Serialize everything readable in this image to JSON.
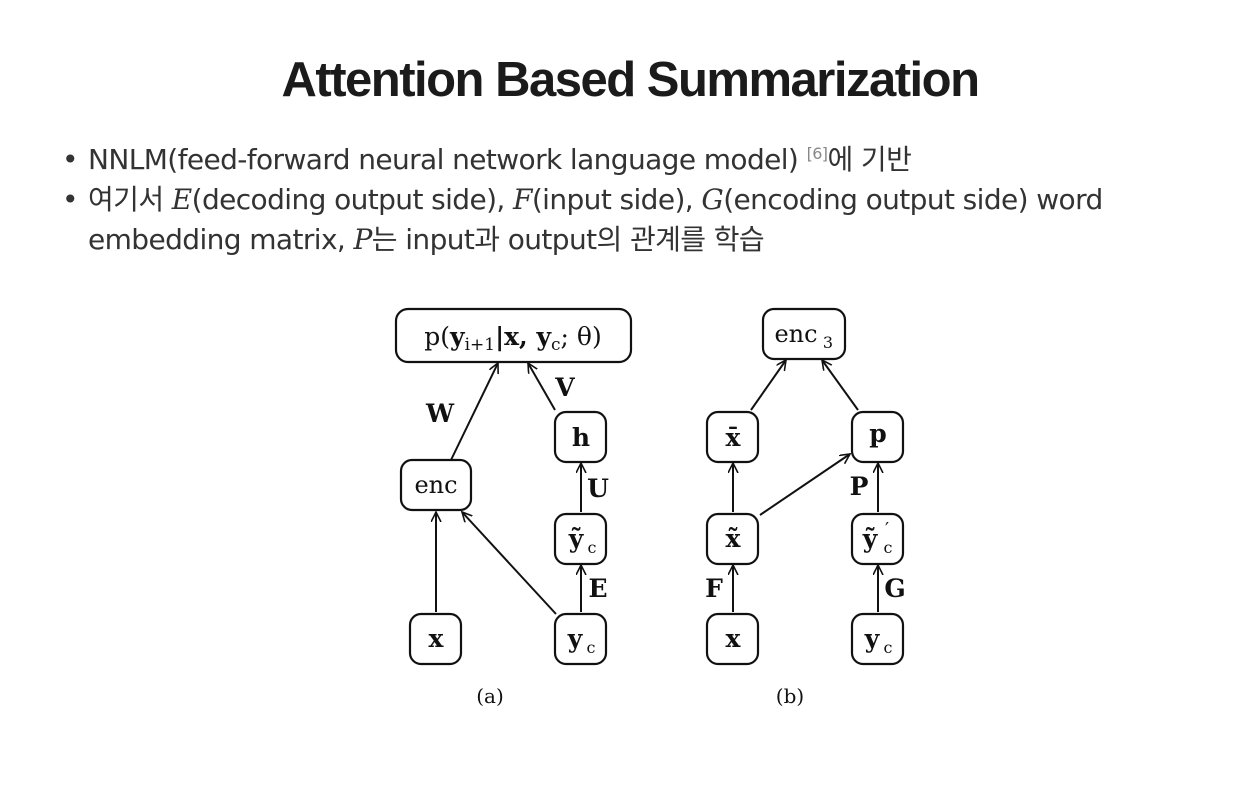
{
  "slide": {
    "title": "Attention Based Summarization",
    "bullets": [
      {
        "marker": "•",
        "t1": "NNLM(feed-forward neural network language model)",
        "ref": "[6]",
        "t2": "에 기반"
      },
      {
        "marker": "•",
        "t1": "여기서",
        "E": "E",
        "t2": "(decoding output side),",
        "F": "F",
        "t3": "(input side),",
        "G": "G",
        "t4": "(encoding output side) word",
        "t5": "embedding matrix,",
        "P": "P",
        "t6": "는 input과 output의 관계를 학습"
      }
    ]
  },
  "figure": {
    "a": {
      "caption": "(a)",
      "top_node": {
        "p": "p(",
        "y": "y",
        "ysub": "i+1",
        "mid": "|x, ",
        "y2": "y",
        "y2sub": "c",
        "end": "; θ)"
      },
      "enc": "enc",
      "h": "h",
      "yc_tilde": {
        "base": "ỹ",
        "sub": "c"
      },
      "x": "x",
      "yc": {
        "base": "y",
        "sub": "c"
      },
      "edge_labels": {
        "W": "W",
        "V": "V",
        "U": "U",
        "E": "E"
      }
    },
    "b": {
      "caption": "(b)",
      "enc3": {
        "base": "enc",
        "sub": "3"
      },
      "x_bar": "x̄",
      "p": "p",
      "x_tilde": "x̃",
      "yc_tilde_prime": {
        "base": "ỹ",
        "prime": "′",
        "sub": "c"
      },
      "x": "x",
      "yc": {
        "base": "y",
        "sub": "c"
      },
      "edge_labels": {
        "P": "P",
        "F": "F",
        "G": "G"
      }
    }
  }
}
